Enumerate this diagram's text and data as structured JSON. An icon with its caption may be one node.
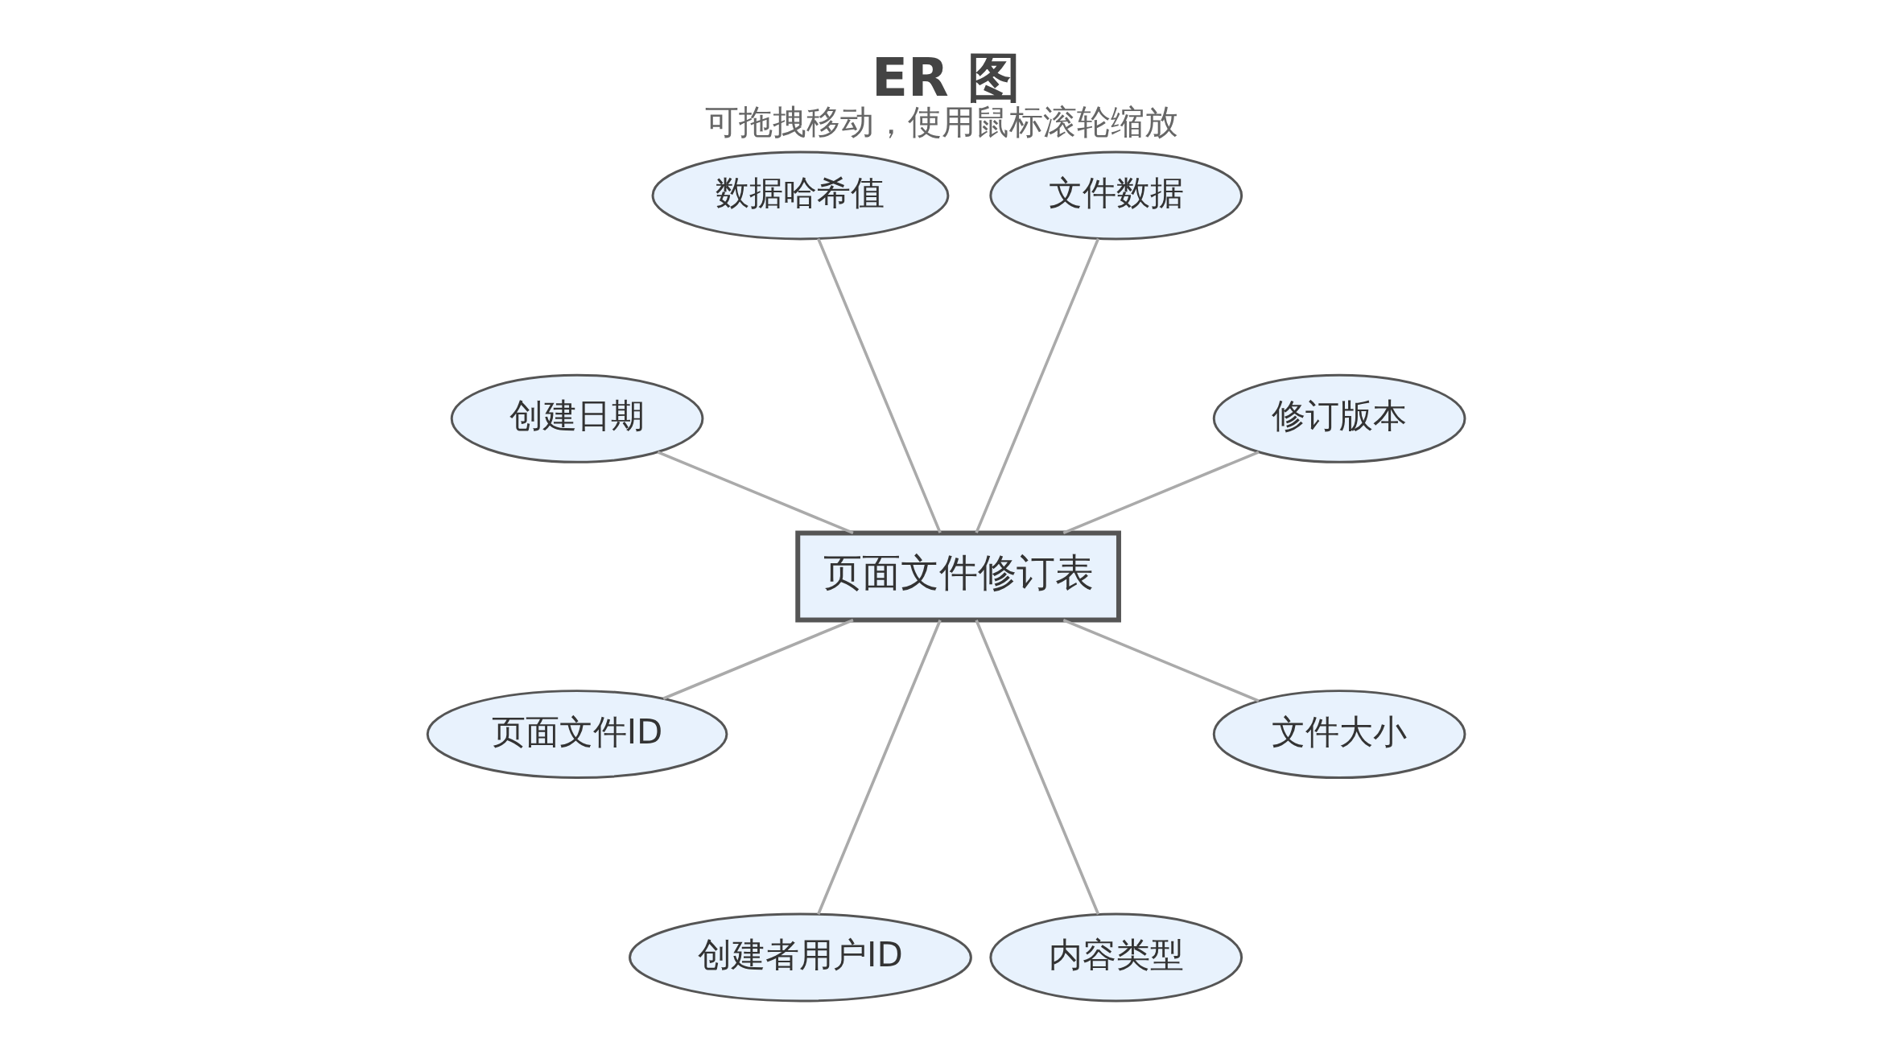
{
  "diagram": {
    "title": "ER 图",
    "caption": "可拖拽移动，使用鼠标滚轮缩放",
    "nodes": [
      {
        "text": [
          "修订版本"
        ]
      },
      {
        "text": [
          "文件数据"
        ]
      },
      {
        "text": [
          "数据哈希值"
        ]
      },
      {
        "text": [
          "创建日期"
        ]
      },
      {
        "text": [
          "页面文件修订表"
        ]
      },
      {
        "text": [
          "页面文件ID"
        ]
      },
      {
        "text": [
          "创建者用户ID"
        ]
      },
      {
        "text": [
          "内容类型"
        ]
      },
      {
        "text": [
          "文件大小"
        ]
      }
    ],
    "edges": [
      {
        "from": 4,
        "to": 0,
        "arrow": "none"
      },
      {
        "from": 4,
        "to": 1,
        "arrow": "none"
      },
      {
        "from": 4,
        "to": 2,
        "arrow": "none"
      },
      {
        "from": 4,
        "to": 3,
        "arrow": "none"
      },
      {
        "from": 4,
        "to": 5,
        "arrow": "none"
      },
      {
        "from": 4,
        "to": 6,
        "arrow": "none"
      },
      {
        "from": 4,
        "to": 7,
        "arrow": "none"
      },
      {
        "from": 4,
        "to": 8,
        "arrow": "none"
      }
    ]
  }
}
